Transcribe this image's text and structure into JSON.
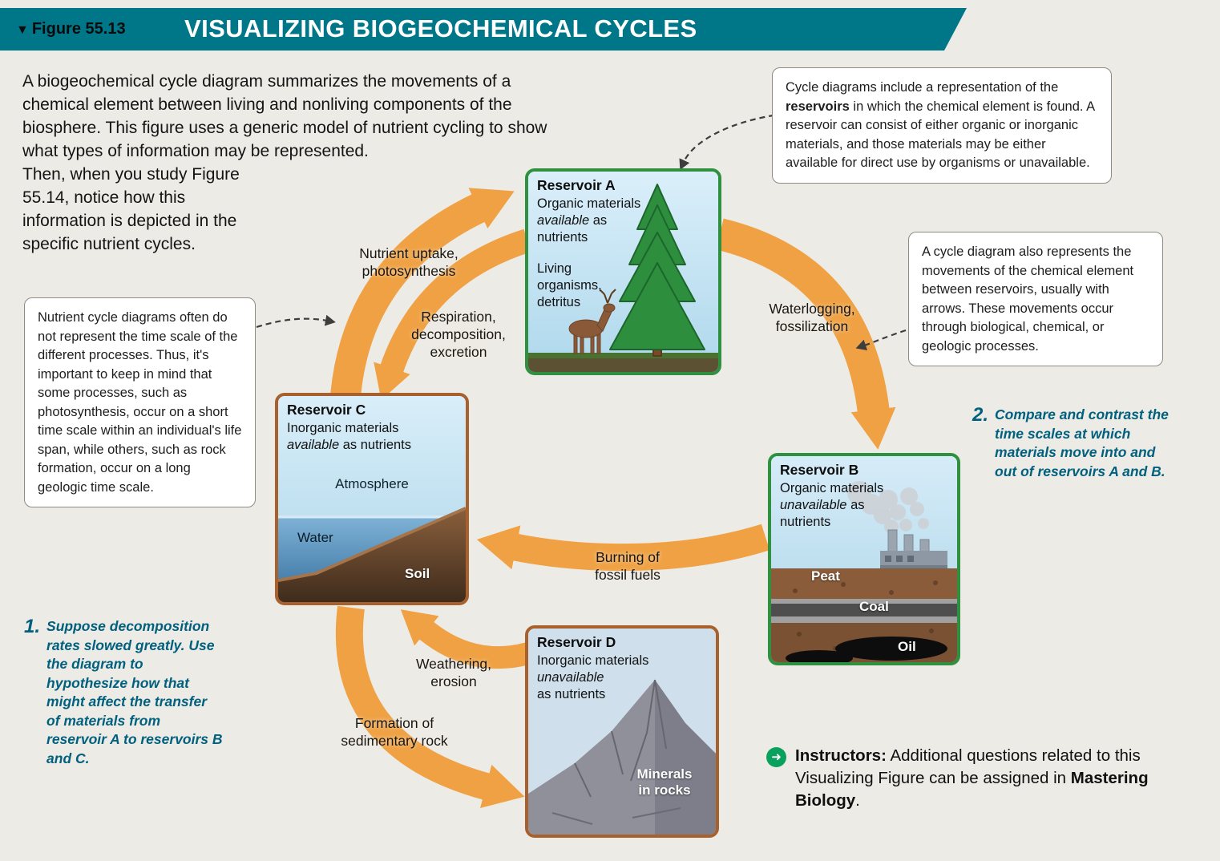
{
  "header": {
    "figure_label": "Figure 55.13",
    "title": "VISUALIZING BIOGEOCHEMICAL CYCLES"
  },
  "icons": {
    "figure_pointer": "▼",
    "instructors_arrow": "➜"
  },
  "intro": "A biogeochemical cycle diagram summarizes the movements of a chemical element between living and nonliving components of the biosphere. This figure uses a generic model of nutrient cycling to show what types of information may be represented. Then, when you study Figure 55.14, notice how this information is depicted in the specific nutrient cycles.",
  "callouts": {
    "reservoirs_pre": "Cycle diagrams include a representation of the ",
    "reservoirs_bold": "reservoirs",
    "reservoirs_post": " in which the chemical element is found. A reservoir can consist of either organic or inorganic materials, and those materials may be either available for direct use by organisms or unavailable.",
    "movements": "A cycle diagram also represents the movements of the chemical element between reservoirs, usually with arrows. These movements occur through biological, chemical, or geologic processes.",
    "timescale": "Nutrient cycle diagrams often do not represent the time scale of the different processes. Thus, it's important to keep in mind that some processes, such as photosynthesis, occur on a short time scale within an individual's life span, while others, such as rock formation, occur on a long geologic time scale."
  },
  "reservoirs": {
    "a": {
      "title": "Reservoir A",
      "desc_pre": "Organic materials ",
      "emph": "available",
      "desc_post": " as\nnutrients",
      "sub": "Living\norganisms,\ndetritus"
    },
    "b": {
      "title": "Reservoir B",
      "desc_pre": "Organic materials ",
      "emph": "unavailable",
      "desc_post": " as\nnutrients",
      "layers": {
        "peat": "Peat",
        "coal": "Coal",
        "oil": "Oil"
      }
    },
    "c": {
      "title": "Reservoir C",
      "desc_pre": "Inorganic materials ",
      "emph": "available",
      "desc_post": " as nutrients",
      "labels": {
        "atmosphere": "Atmosphere",
        "water": "Water",
        "soil": "Soil"
      }
    },
    "d": {
      "title": "Reservoir D",
      "desc_pre": "Inorganic materials ",
      "emph": "unavailable",
      "desc_post": "\nas nutrients",
      "label": "Minerals\nin rocks"
    }
  },
  "arrows": {
    "uptake": "Nutrient uptake,\nphotosynthesis",
    "respiration": "Respiration,\ndecomposition,\nexcretion",
    "waterlogging": "Waterlogging,\nfossilization",
    "burning": "Burning of\nfossil fuels",
    "weathering": "Weathering,\nerosion",
    "formation": "Formation of\nsedimentary rock"
  },
  "questions": [
    {
      "number": "1.",
      "text": "Suppose decomposition rates slowed greatly. Use the diagram to hypothesize how that might affect the transfer of materials from reservoir A to reservoirs B and C."
    },
    {
      "number": "2.",
      "text": "Compare and contrast the time scales at which materials move into and out of reservoirs A and B."
    }
  ],
  "instructors": {
    "lead": "Instructors:",
    "body": " Additional questions related to this Visualizing Figure can be assigned in ",
    "brand": "Mastering Biology",
    "end": "."
  },
  "colors": {
    "banner_teal": "#007689",
    "arrow_orange": "#efa143",
    "reservoir_green_border": "#2f9140",
    "reservoir_brown_border": "#a8602d",
    "question_teal": "#00607e",
    "instructor_icon_green": "#0aa05e"
  }
}
